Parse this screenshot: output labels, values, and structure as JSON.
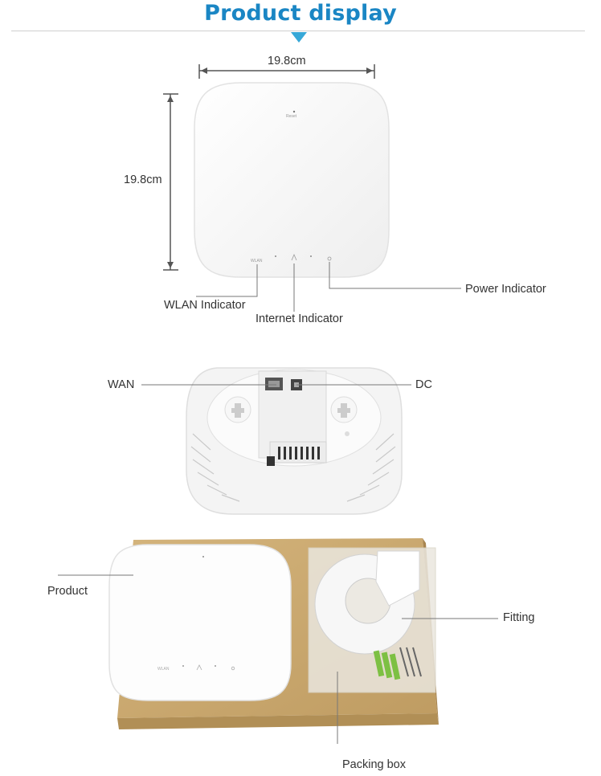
{
  "title": "Product display",
  "dimensions": {
    "width_label": "19.8cm",
    "height_label": "19.8cm"
  },
  "callouts": {
    "wlan": "WLAN  Indicator",
    "internet": "Internet Indicator",
    "power": "Power Indicator",
    "wan": "WAN",
    "dc": "DC",
    "product": "Product",
    "fitting": "Fitting",
    "packing": "Packing box"
  },
  "device_marks": {
    "reset": "Reset",
    "wlan": "WLAN"
  },
  "colors": {
    "title": "#1a86c4",
    "triangle": "#37a8d8",
    "box": "#c9a76e"
  }
}
